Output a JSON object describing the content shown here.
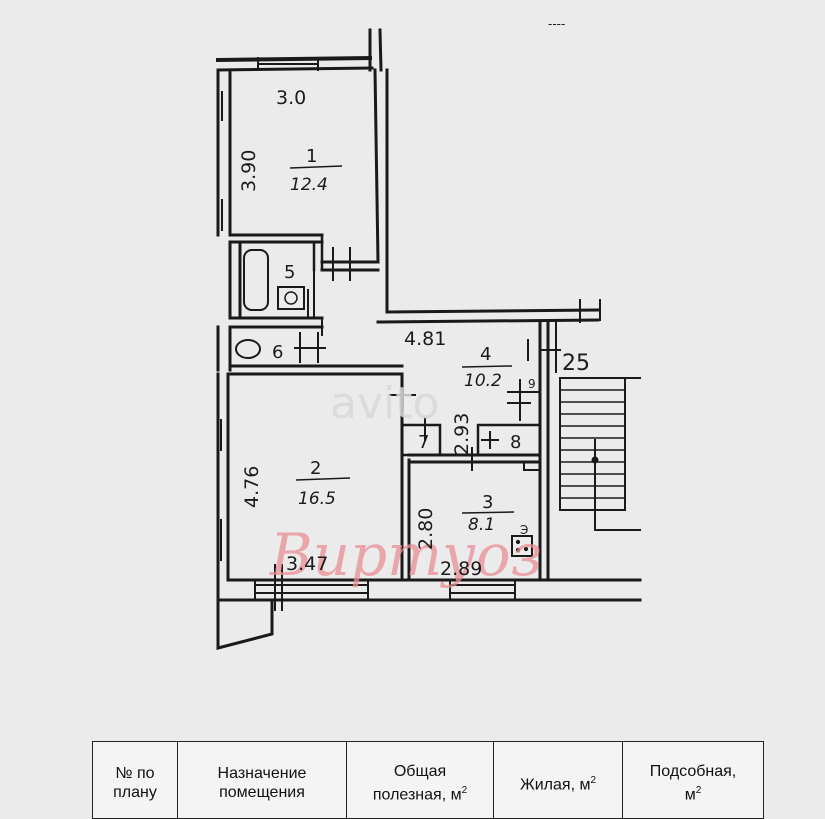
{
  "corner_mark": "----",
  "rooms": [
    {
      "number": "1",
      "area": "12.4",
      "dim_h": "3.0",
      "dim_v": "3.90"
    },
    {
      "number": "2",
      "area": "16.5",
      "dim_h": "3.47",
      "dim_v": "4.76"
    },
    {
      "number": "3",
      "area": "8.1",
      "dim_h": "2.89",
      "dim_v": "2.80"
    },
    {
      "number": "4",
      "area": "10.2",
      "dim_h": "4.81",
      "dim_v": "2.93"
    },
    {
      "number": "5"
    },
    {
      "number": "6"
    },
    {
      "number": "7"
    },
    {
      "number": "8"
    },
    {
      "number": "9"
    }
  ],
  "flat_number": "25",
  "stove_label": "Э",
  "watermark": {
    "script": "Виртуоз",
    "logo": "avito"
  },
  "table": {
    "headers": [
      {
        "line1": "№ по",
        "line2": "плану",
        "sup": ""
      },
      {
        "line1": "Назначение",
        "line2": "помещения",
        "sup": ""
      },
      {
        "line1": "Общая",
        "line2": "полезная, м",
        "sup": "2"
      },
      {
        "line1": "Жилая, м",
        "line2": "",
        "sup": "2"
      },
      {
        "line1": "Подсобная,",
        "line2": "м",
        "sup": "2"
      }
    ]
  }
}
